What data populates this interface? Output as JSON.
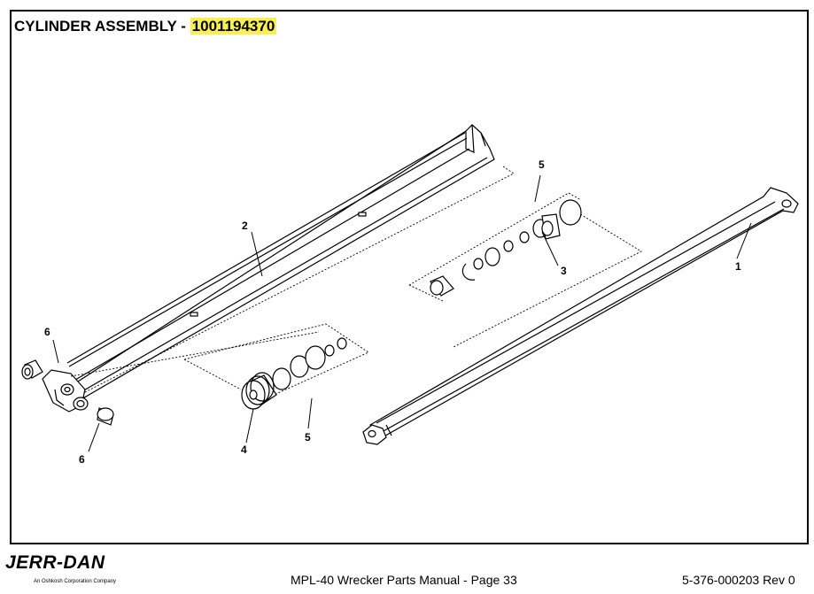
{
  "title": {
    "prefix": "CYLINDER ASSEMBLY - ",
    "part_number": "1001194370",
    "highlight_color": "#f7f04d"
  },
  "callouts": {
    "c1": "1",
    "c2": "2",
    "c3": "3",
    "c4": "4",
    "c5a": "5",
    "c5b": "5",
    "c6a": "6",
    "c6b": "6"
  },
  "footer": {
    "logo": "JERR-DAN",
    "logo_sub": "An Oshkosh Corporation Company",
    "center": "MPL-40 Wrecker Parts Manual  -  Page 33",
    "right": "5-376-000203   Rev 0"
  }
}
